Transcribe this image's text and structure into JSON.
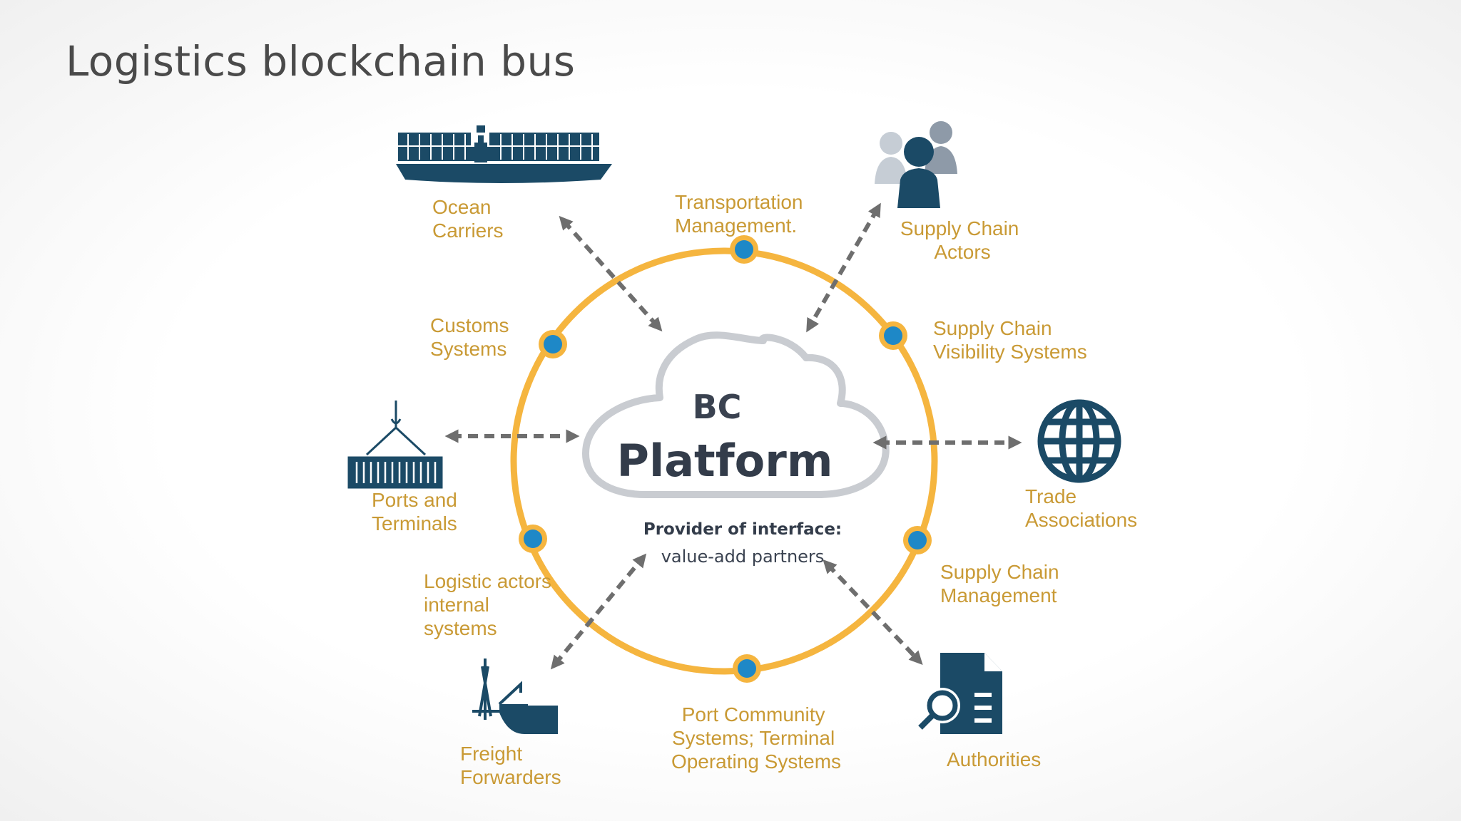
{
  "slide": {
    "title": "Logistics blockchain bus"
  },
  "center": {
    "line1": "BC",
    "line2": "Platform",
    "provider_heading": "Provider of interface:",
    "provider_text": "value-add partners"
  },
  "outer_nodes": {
    "ocean_carriers": [
      "Ocean",
      "Carriers"
    ],
    "supply_chain_actors": [
      "Supply Chain",
      "Actors"
    ],
    "ports_terminals": [
      "Ports and",
      "Terminals"
    ],
    "trade_associations": [
      "Trade",
      "Associations"
    ],
    "freight_forwarders": [
      "Freight",
      "Forwarders"
    ],
    "authorities": [
      "Authorities"
    ]
  },
  "ring_nodes": {
    "transportation_management": [
      "Transportation",
      "Management."
    ],
    "customs_systems": [
      "Customs",
      "Systems"
    ],
    "supply_chain_visibility": [
      "Supply Chain",
      "Visibility Systems"
    ],
    "logistic_actors": [
      "Logistic actors",
      "internal",
      "systems"
    ],
    "supply_chain_management": [
      "Supply Chain",
      "Management"
    ],
    "port_community": [
      "Port Community",
      "Systems; Terminal",
      "Operating Systems"
    ]
  },
  "icons": {
    "ship": "container-ship-icon",
    "people": "people-group-icon",
    "crane": "crane-container-icon",
    "globe": "globe-icon",
    "tug": "tugboat-icon",
    "document": "document-search-icon"
  },
  "colors": {
    "ring": "#f5b53f",
    "node_fill": "#1e88c7",
    "icon_navy": "#1b4a66",
    "label": "#c99a35",
    "arrow": "#6e6e6e",
    "cloud_stroke": "#c9ccd1"
  }
}
